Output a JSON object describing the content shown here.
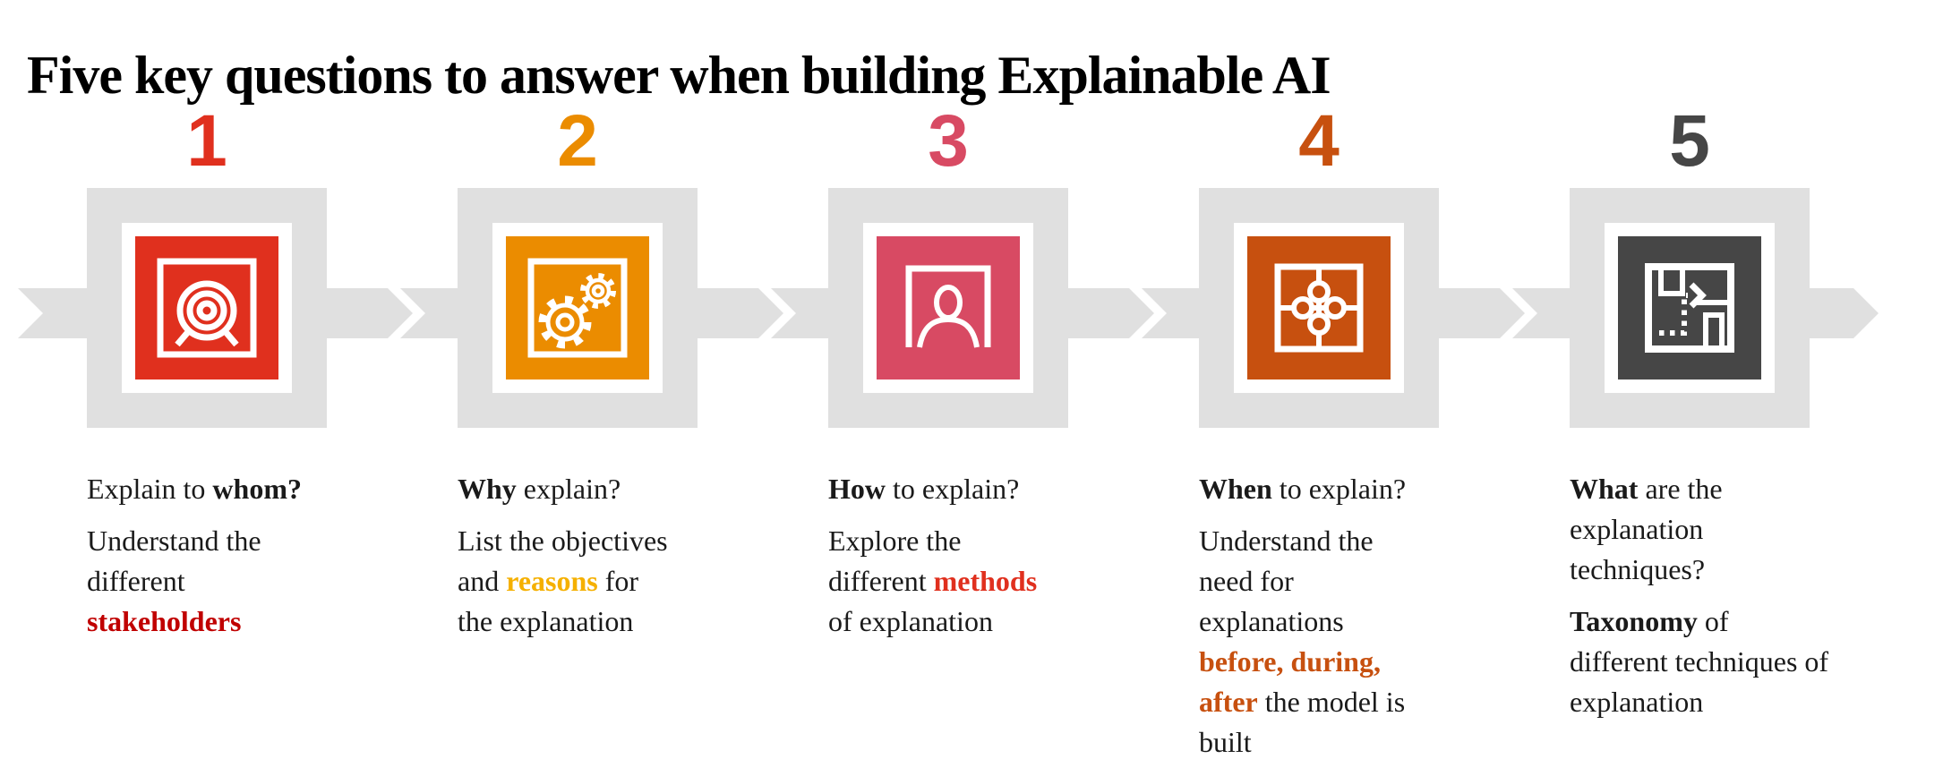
{
  "title": "Five key questions to answer when building Explainable AI",
  "colors": {
    "gray_band": "#E0E0E0",
    "title_text": "#000000",
    "body_text": "#1A1A1A",
    "step1_red": "#E0301E",
    "step2_orange": "#EB8C00",
    "step3_rose": "#D84A63",
    "step4_rust": "#C7500F",
    "step5_gray": "#464646",
    "hl_stakeholders_red": "#C00000",
    "hl_reasons_yellow": "#F5B000",
    "hl_methods_red": "#E0301E",
    "hl_before_during_after_rust": "#C7500F"
  },
  "steps": [
    {
      "number": "1",
      "icon": "target-icon",
      "color": "#E0301E",
      "question": [
        {
          "t": "Explain to "
        },
        {
          "t": "whom?",
          "b": 1
        }
      ],
      "desc": [
        {
          "t": "Understand the\ndifferent\n"
        },
        {
          "t": "stakeholders",
          "b": 1,
          "color": "#C00000"
        }
      ]
    },
    {
      "number": "2",
      "icon": "gears-icon",
      "color": "#EB8C00",
      "question": [
        {
          "t": "Why",
          "b": 1
        },
        {
          "t": " explain?"
        }
      ],
      "desc": [
        {
          "t": "List the objectives\nand "
        },
        {
          "t": "reasons",
          "b": 1,
          "color": "#F5B000"
        },
        {
          "t": " for\nthe explanation"
        }
      ]
    },
    {
      "number": "3",
      "icon": "person-icon",
      "color": "#D84A63",
      "question": [
        {
          "t": "How",
          "b": 1
        },
        {
          "t": " to explain?"
        }
      ],
      "desc": [
        {
          "t": "Explore the\ndifferent "
        },
        {
          "t": "methods",
          "b": 1,
          "color": "#E0301E"
        },
        {
          "t": "\nof explanation"
        }
      ]
    },
    {
      "number": "4",
      "icon": "puzzle-icon",
      "color": "#C7500F",
      "question": [
        {
          "t": "When",
          "b": 1
        },
        {
          "t": " to explain?"
        }
      ],
      "desc": [
        {
          "t": "Understand the\nneed for\nexplanations\n"
        },
        {
          "t": "before, during,\nafter",
          "b": 1,
          "color": "#C7500F"
        },
        {
          "t": " the model is\nbuilt"
        }
      ]
    },
    {
      "number": "5",
      "icon": "route-map-icon",
      "color": "#464646",
      "question": [
        {
          "t": "What",
          "b": 1
        },
        {
          "t": " are the\nexplanation\ntechniques?"
        }
      ],
      "desc": [
        {
          "t": "Taxonomy",
          "b": 1
        },
        {
          "t": " of\ndifferent techniques of\nexplanation"
        }
      ]
    }
  ]
}
